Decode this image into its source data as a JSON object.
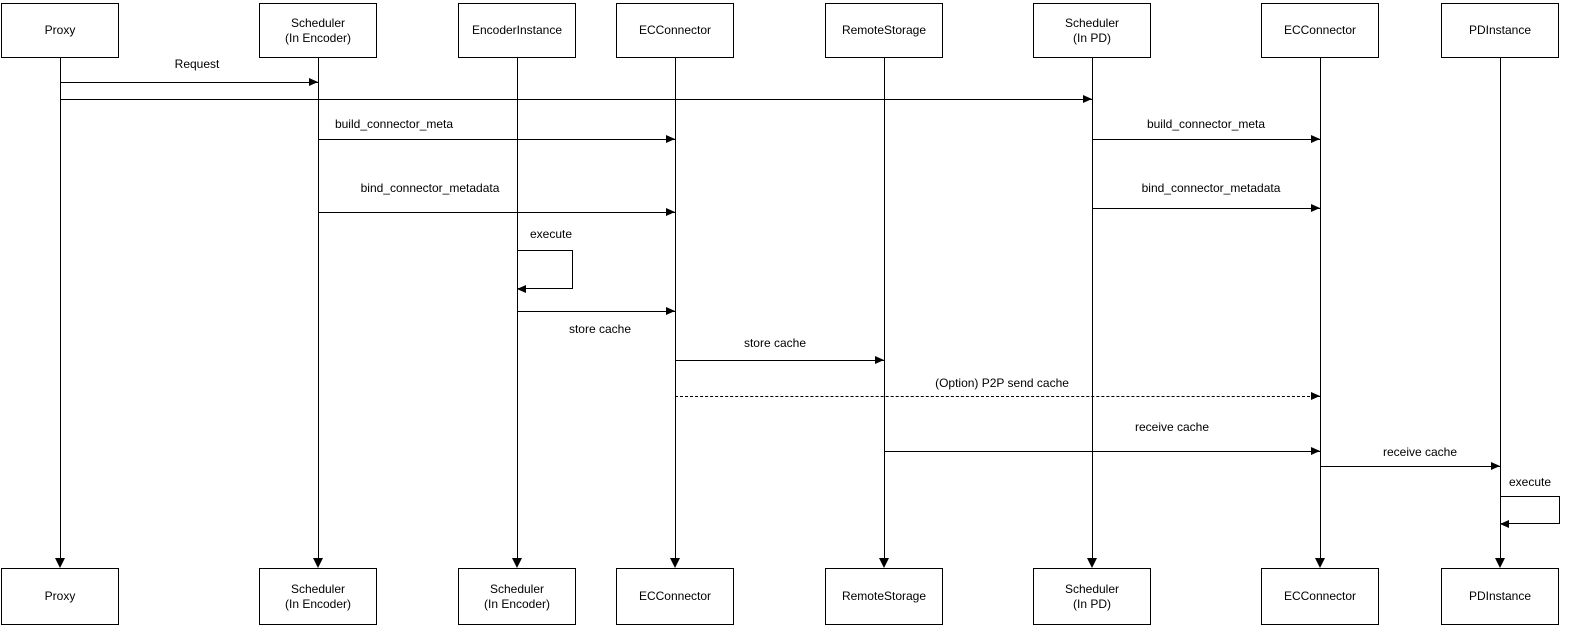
{
  "diagram": {
    "type": "sequence",
    "colors": {
      "line": "#000000",
      "box_border": "#000000",
      "background": "#ffffff"
    },
    "actors_top": [
      {
        "line1": "Proxy",
        "line2": ""
      },
      {
        "line1": "Scheduler",
        "line2": "(In Encoder)"
      },
      {
        "line1": "EncoderInstance",
        "line2": ""
      },
      {
        "line1": "ECConnector",
        "line2": ""
      },
      {
        "line1": "RemoteStorage",
        "line2": ""
      },
      {
        "line1": "Scheduler",
        "line2": "(In PD)"
      },
      {
        "line1": "ECConnector",
        "line2": ""
      },
      {
        "line1": "PDInstance",
        "line2": ""
      }
    ],
    "actors_bottom": [
      {
        "line1": "Proxy",
        "line2": ""
      },
      {
        "line1": "Scheduler",
        "line2": "(In Encoder)"
      },
      {
        "line1": "Scheduler",
        "line2": "(In Encoder)"
      },
      {
        "line1": "ECConnector",
        "line2": ""
      },
      {
        "line1": "RemoteStorage",
        "line2": ""
      },
      {
        "line1": "Scheduler",
        "line2": "(In PD)"
      },
      {
        "line1": "ECConnector",
        "line2": ""
      },
      {
        "line1": "PDInstance",
        "line2": ""
      }
    ],
    "messages": [
      {
        "from": "Proxy",
        "to": "Scheduler (In Encoder)",
        "label": "Request",
        "style": "solid"
      },
      {
        "from": "Proxy",
        "to": "Scheduler (In PD)",
        "label": "",
        "style": "solid"
      },
      {
        "from": "Scheduler (In Encoder)",
        "to": "ECConnector",
        "label": "build_connector_meta",
        "style": "solid"
      },
      {
        "from": "Scheduler (In PD)",
        "to": "ECConnector",
        "label": "build_connector_meta",
        "style": "solid"
      },
      {
        "from": "Scheduler (In Encoder)",
        "to": "ECConnector",
        "label": "bind_connector_metadata",
        "style": "solid"
      },
      {
        "from": "Scheduler (In PD)",
        "to": "ECConnector",
        "label": "bind_connector_metadata",
        "style": "solid"
      },
      {
        "from": "EncoderInstance",
        "to": "EncoderInstance",
        "label": "execute",
        "style": "self"
      },
      {
        "from": "EncoderInstance",
        "to": "ECConnector",
        "label": "store cache",
        "style": "solid"
      },
      {
        "from": "ECConnector",
        "to": "RemoteStorage",
        "label": "store cache",
        "style": "solid"
      },
      {
        "from": "ECConnector",
        "to": "ECConnector",
        "label": "(Option) P2P send cache",
        "style": "dashed"
      },
      {
        "from": "RemoteStorage",
        "to": "ECConnector",
        "label": "receive cache",
        "style": "solid"
      },
      {
        "from": "ECConnector",
        "to": "PDInstance",
        "label": "receive cache",
        "style": "solid"
      },
      {
        "from": "PDInstance",
        "to": "PDInstance",
        "label": "execute",
        "style": "self"
      }
    ]
  }
}
